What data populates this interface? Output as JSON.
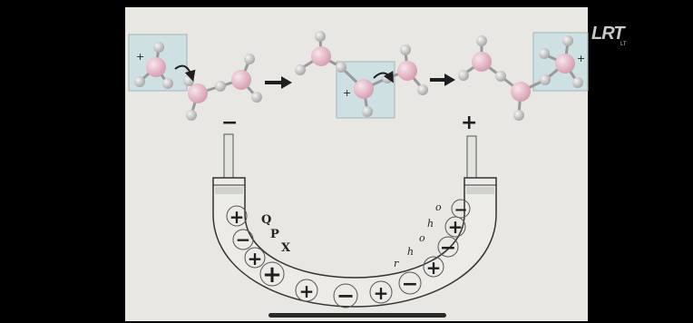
{
  "watermark": {
    "logo_text": "LRT",
    "logo_sub": "LT"
  },
  "colors": {
    "background": "#000000",
    "paper": "#e8e7e2",
    "carbon_atom": "#e2b4c3",
    "hydrogen_atom": "#cfcfcf",
    "highlight_box": "#cfe0e2",
    "ink": "#1f1f1f"
  },
  "diagram": {
    "stage_one_charge": "+",
    "stage_two_charge": "+",
    "stage_three_charge": "+",
    "electrode_left_label": "−",
    "electrode_right_label": "+",
    "left_letters": [
      "Q",
      "P",
      "X"
    ],
    "right_letters": [
      "r",
      "h",
      "o",
      "h",
      "o"
    ],
    "tube_signs": [
      "+",
      "−",
      "+",
      "+",
      "+",
      "−",
      "+",
      "−",
      "+",
      "−",
      "+",
      "−"
    ]
  }
}
